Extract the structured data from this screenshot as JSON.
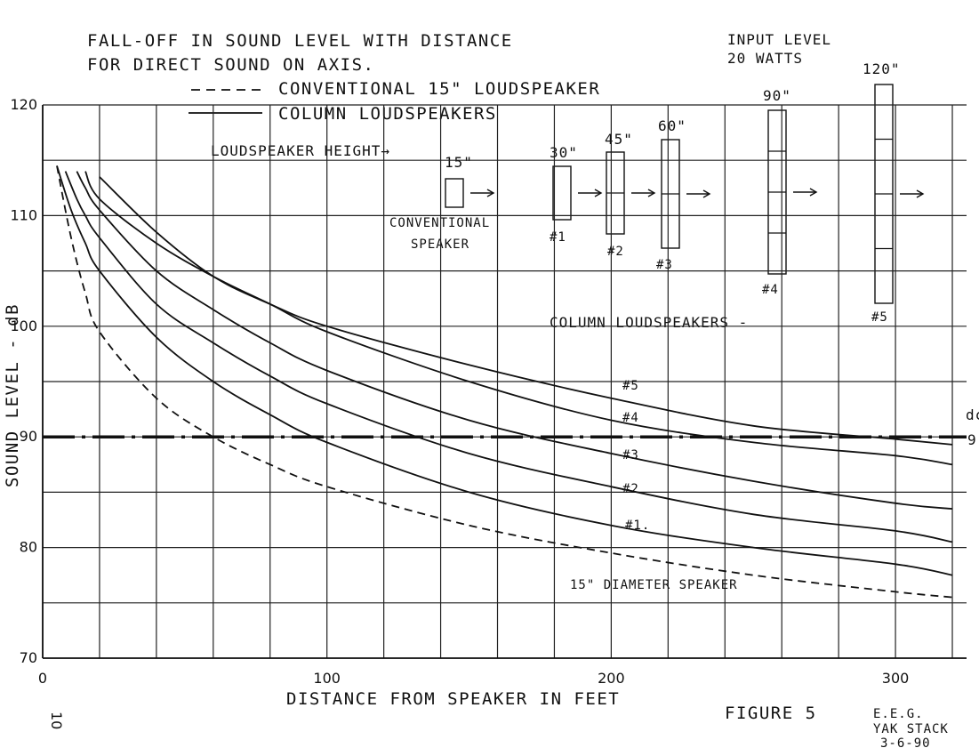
{
  "chart_data": {
    "type": "line",
    "title": "FALL-OFF IN SOUND LEVEL WITH DISTANCE",
    "subtitle": "FOR DIRECT SOUND ON AXIS.",
    "xlabel": "DISTANCE FROM SPEAKER IN FEET",
    "ylabel": "SOUND LEVEL - dB",
    "xlim": [
      0,
      325
    ],
    "ylim": [
      70,
      120
    ],
    "xticks": [
      0,
      100,
      200,
      300
    ],
    "yticks": [
      70,
      80,
      90,
      100,
      110,
      120
    ],
    "legend": {
      "dashed_label": "CONVENTIONAL 15\" LOUDSPEAKER",
      "solid_label": "COLUMN LOUDSPEAKERS"
    },
    "reference_line": {
      "y": 90,
      "style": "dash-dot"
    },
    "series": [
      {
        "name": "15\" DIAMETER SPEAKER",
        "style": "dashed",
        "x": [
          5,
          10,
          15,
          20,
          40,
          60,
          80,
          100,
          150,
          200,
          250,
          300,
          320
        ],
        "y": [
          114.5,
          108,
          103,
          99.5,
          93.5,
          90,
          87.5,
          85.5,
          82,
          79.5,
          77.5,
          76,
          75.5
        ]
      },
      {
        "name": "#1.",
        "style": "solid",
        "x": [
          5,
          10,
          15,
          20,
          40,
          60,
          80,
          100,
          150,
          200,
          250,
          300,
          320
        ],
        "y": [
          114.5,
          110.5,
          107.5,
          105,
          99,
          95,
          92,
          89.5,
          85,
          82,
          80,
          78.5,
          77.5
        ]
      },
      {
        "name": "#2",
        "style": "solid",
        "x": [
          8,
          12,
          15,
          20,
          40,
          60,
          80,
          100,
          150,
          200,
          250,
          300,
          320
        ],
        "y": [
          114,
          111.5,
          110,
          108,
          102,
          98.5,
          95.5,
          93,
          88.5,
          85.5,
          83,
          81.5,
          80.5
        ]
      },
      {
        "name": "#3",
        "style": "solid",
        "x": [
          12,
          15,
          20,
          40,
          60,
          80,
          100,
          150,
          200,
          250,
          300,
          320
        ],
        "y": [
          114,
          112.5,
          110.5,
          105,
          101.5,
          98.5,
          96,
          91.5,
          88.5,
          86,
          84,
          83.5
        ]
      },
      {
        "name": "#4",
        "style": "solid",
        "x": [
          15,
          20,
          40,
          60,
          80,
          100,
          150,
          200,
          250,
          300,
          320
        ],
        "y": [
          114,
          111.5,
          107.5,
          104.5,
          102,
          99.5,
          95,
          91.5,
          89.5,
          88.3,
          87.5
        ]
      },
      {
        "name": "#5",
        "style": "solid",
        "x": [
          20,
          40,
          60,
          80,
          100,
          150,
          200,
          250,
          300,
          320
        ],
        "y": [
          113.5,
          108.5,
          104.5,
          102,
          100,
          96.5,
          93.5,
          91,
          89.8,
          89.3
        ]
      }
    ]
  },
  "annotations": {
    "input_level_line1": "INPUT LEVEL",
    "input_level_line2": "20 WATTS",
    "loudspeaker_height": "LOUDSPEAKER HEIGHT→",
    "conventional_line1": "CONVENTIONAL",
    "conventional_line2": "SPEAKER",
    "column_loudspeakers": "COLUMN LOUDSPEAKERS -",
    "figure": "FIGURE 5",
    "author": "E.E.G.",
    "location": "YAK STACK",
    "date": "3-6-90",
    "page_number": "10",
    "margin_scribble_1": "dc",
    "margin_scribble_2": "9"
  },
  "speakers": [
    {
      "height": "15\"",
      "id": ""
    },
    {
      "height": "30\"",
      "id": "#1"
    },
    {
      "height": "45\"",
      "id": "#2"
    },
    {
      "height": "60\"",
      "id": "#3"
    },
    {
      "height": "90\"",
      "id": "#4"
    },
    {
      "height": "120\"",
      "id": "#5"
    }
  ]
}
